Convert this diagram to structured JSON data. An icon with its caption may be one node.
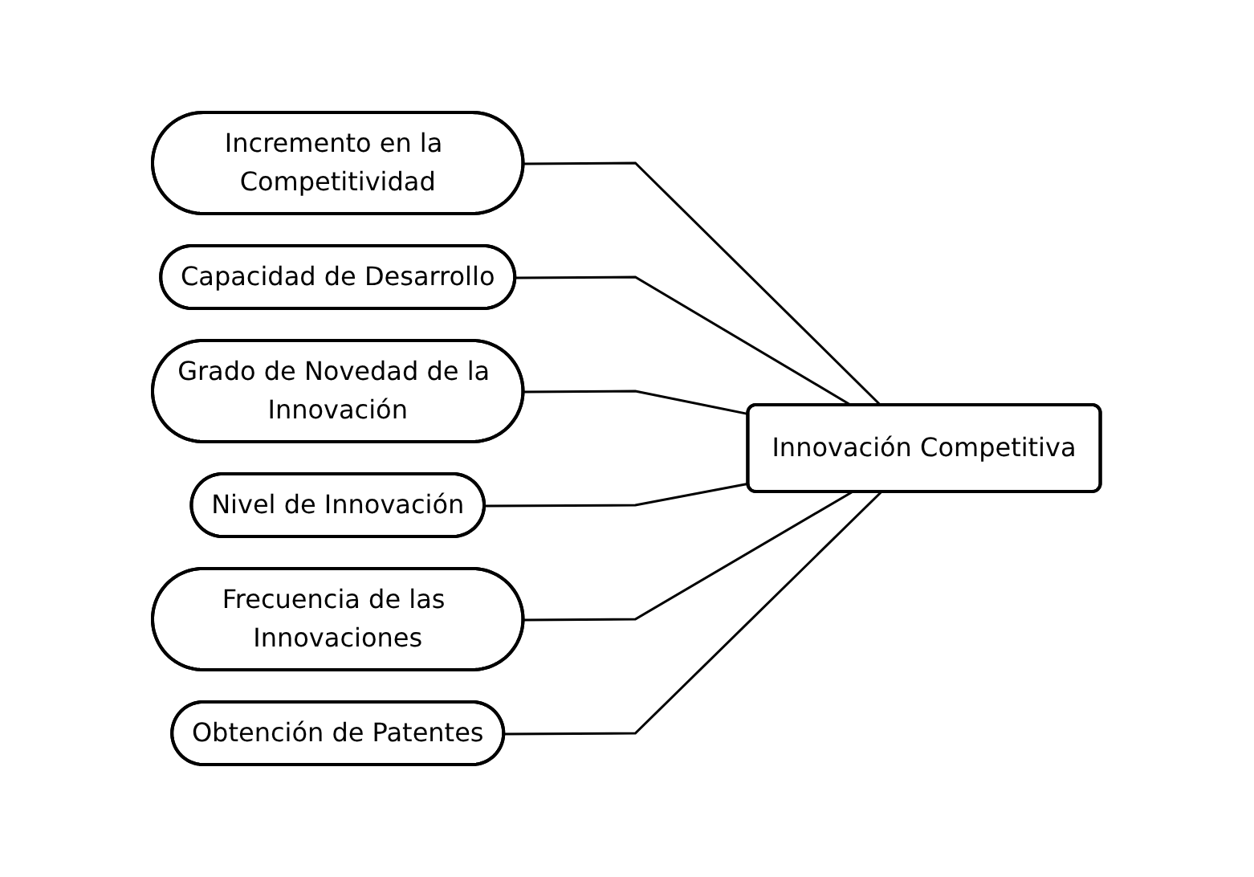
{
  "diagram": {
    "nodes": [
      {
        "text": [
          "Incremento en la Competitividad"
        ]
      },
      {
        "text": [
          "Capacidad de Desarrollo"
        ]
      },
      {
        "text": [
          "Grado de Novedad de la Innovación"
        ]
      },
      {
        "text": [
          "Nivel de Innovación"
        ]
      },
      {
        "text": [
          "Frecuencia de las Innovaciones"
        ]
      },
      {
        "text": [
          "Obtención de Patentes"
        ]
      },
      {
        "text": [
          "Innovación Competitiva"
        ]
      }
    ],
    "edges": [
      {
        "from": 0,
        "to": 6,
        "arrow": "none"
      },
      {
        "from": 1,
        "to": 6,
        "arrow": "none"
      },
      {
        "from": 2,
        "to": 6,
        "arrow": "none"
      },
      {
        "from": 3,
        "to": 6,
        "arrow": "none"
      },
      {
        "from": 4,
        "to": 6,
        "arrow": "none"
      },
      {
        "from": 5,
        "to": 6,
        "arrow": "none"
      }
    ]
  }
}
